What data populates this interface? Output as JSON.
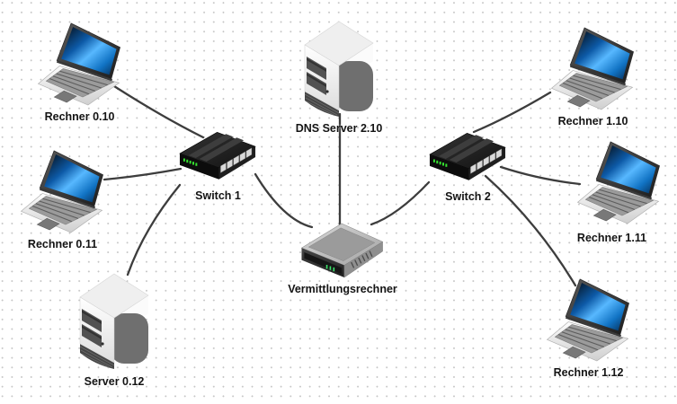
{
  "canvas": {
    "background_color": "#ffffff",
    "grid_dot_color": "#c6c6c6",
    "cable_color": "#3d3d3d",
    "label_color": "#141414",
    "screen_accent_color": "#1e88e5",
    "led_color": "#3ce06a"
  },
  "nodes": [
    {
      "id": "rechner-0-10",
      "type": "laptop",
      "label": "Rechner 0.10"
    },
    {
      "id": "rechner-0-11",
      "type": "laptop",
      "label": "Rechner 0.11"
    },
    {
      "id": "server-0-12",
      "type": "server",
      "label": "Server 0.12"
    },
    {
      "id": "switch-1",
      "type": "switch",
      "label": "Switch 1"
    },
    {
      "id": "dns-server-2-10",
      "type": "server",
      "label": "DNS Server 2.10"
    },
    {
      "id": "vermittlungsrechner",
      "type": "router",
      "label": "Vermittlungsrechner"
    },
    {
      "id": "switch-2",
      "type": "switch",
      "label": "Switch 2"
    },
    {
      "id": "rechner-1-10",
      "type": "laptop",
      "label": "Rechner 1.10"
    },
    {
      "id": "rechner-1-11",
      "type": "laptop",
      "label": "Rechner 1.11"
    },
    {
      "id": "rechner-1-12",
      "type": "laptop",
      "label": "Rechner 1.12"
    }
  ],
  "connections": [
    {
      "from": "Rechner 0.10",
      "to": "Switch 1"
    },
    {
      "from": "Rechner 0.11",
      "to": "Switch 1"
    },
    {
      "from": "Server 0.12",
      "to": "Switch 1"
    },
    {
      "from": "Switch 1",
      "to": "Vermittlungsrechner"
    },
    {
      "from": "DNS Server 2.10",
      "to": "Vermittlungsrechner"
    },
    {
      "from": "Switch 2",
      "to": "Vermittlungsrechner"
    },
    {
      "from": "Rechner 1.10",
      "to": "Switch 2"
    },
    {
      "from": "Rechner 1.11",
      "to": "Switch 2"
    },
    {
      "from": "Rechner 1.12",
      "to": "Switch 2"
    }
  ]
}
